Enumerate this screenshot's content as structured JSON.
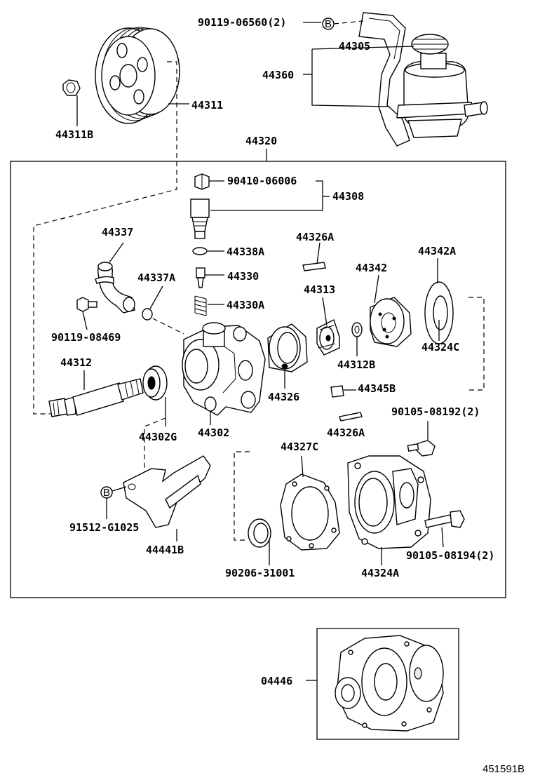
{
  "diagram": {
    "figure_number": "451591B",
    "labels": {
      "p90119_06560": "90119-06560(2)",
      "p44305": "44305",
      "p44360": "44360",
      "p44311": "44311",
      "p44311B": "44311B",
      "p44320": "44320",
      "p90410_06006": "90410-06006",
      "p44308": "44308",
      "p44337": "44337",
      "p44338A": "44338A",
      "p44326A_top": "44326A",
      "p44342A": "44342A",
      "p44337A": "44337A",
      "p44330": "44330",
      "p44342": "44342",
      "p44313": "44313",
      "p44330A": "44330A",
      "p44324C": "44324C",
      "p90119_08469": "90119-08469",
      "p44312": "44312",
      "p44312B": "44312B",
      "p44326": "44326",
      "p44345B": "44345B",
      "p90105_08192": "90105-08192(2)",
      "p44302G": "44302G",
      "p44302": "44302",
      "p44326A_bottom": "44326A",
      "p44327C": "44327C",
      "p91512_G1025": "91512-G1025",
      "p44441B": "44441B",
      "p90206_31001": "90206-31001",
      "p44324A": "44324A",
      "p90105_08194": "90105-08194(2)",
      "p04446": "04446"
    },
    "callouts": {
      "b_marker": "B"
    }
  }
}
